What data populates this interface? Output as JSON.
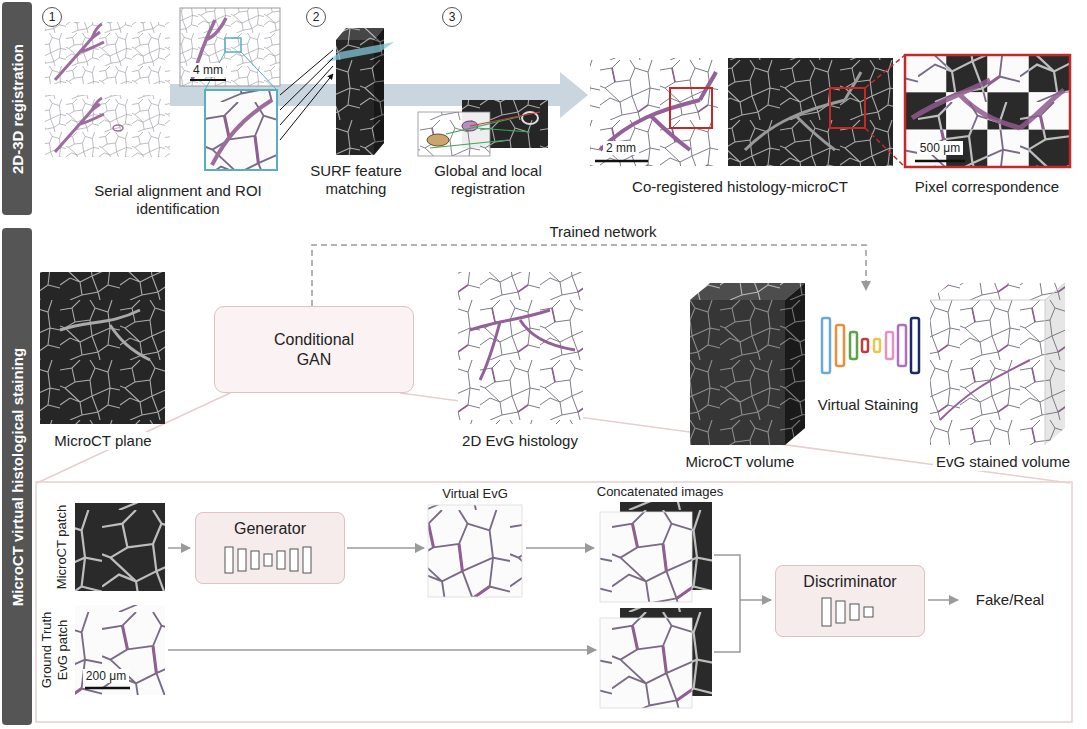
{
  "diagram": {
    "nodes": [
      {
        "text": [
          "2D-3D registration"
        ]
      },
      {
        "text": [
          "MicroCT virtual histological staining"
        ]
      },
      {
        "text": [
          "Conditional GAN"
        ]
      },
      {
        "text": [
          "Generator"
        ]
      },
      {
        "text": [
          "Discriminator"
        ]
      }
    ],
    "labels": [
      "1",
      "2",
      "3",
      "4 mm",
      "Serial alignment and ROI identification",
      "SURF feature matching",
      "Global and local registration",
      "2 mm",
      "Co-registered histology-microCT",
      "500 μm",
      "Pixel correspondence",
      "Trained network",
      "MicroCT plane",
      "2D EvG histology",
      "MicroCT volume",
      "Virtual Staining",
      "EvG stained volume",
      "Virtual EvG",
      "Concatenated images",
      "MicroCT patch",
      "Ground Truth EvG patch",
      "200 μm",
      "Fake/Real"
    ]
  }
}
